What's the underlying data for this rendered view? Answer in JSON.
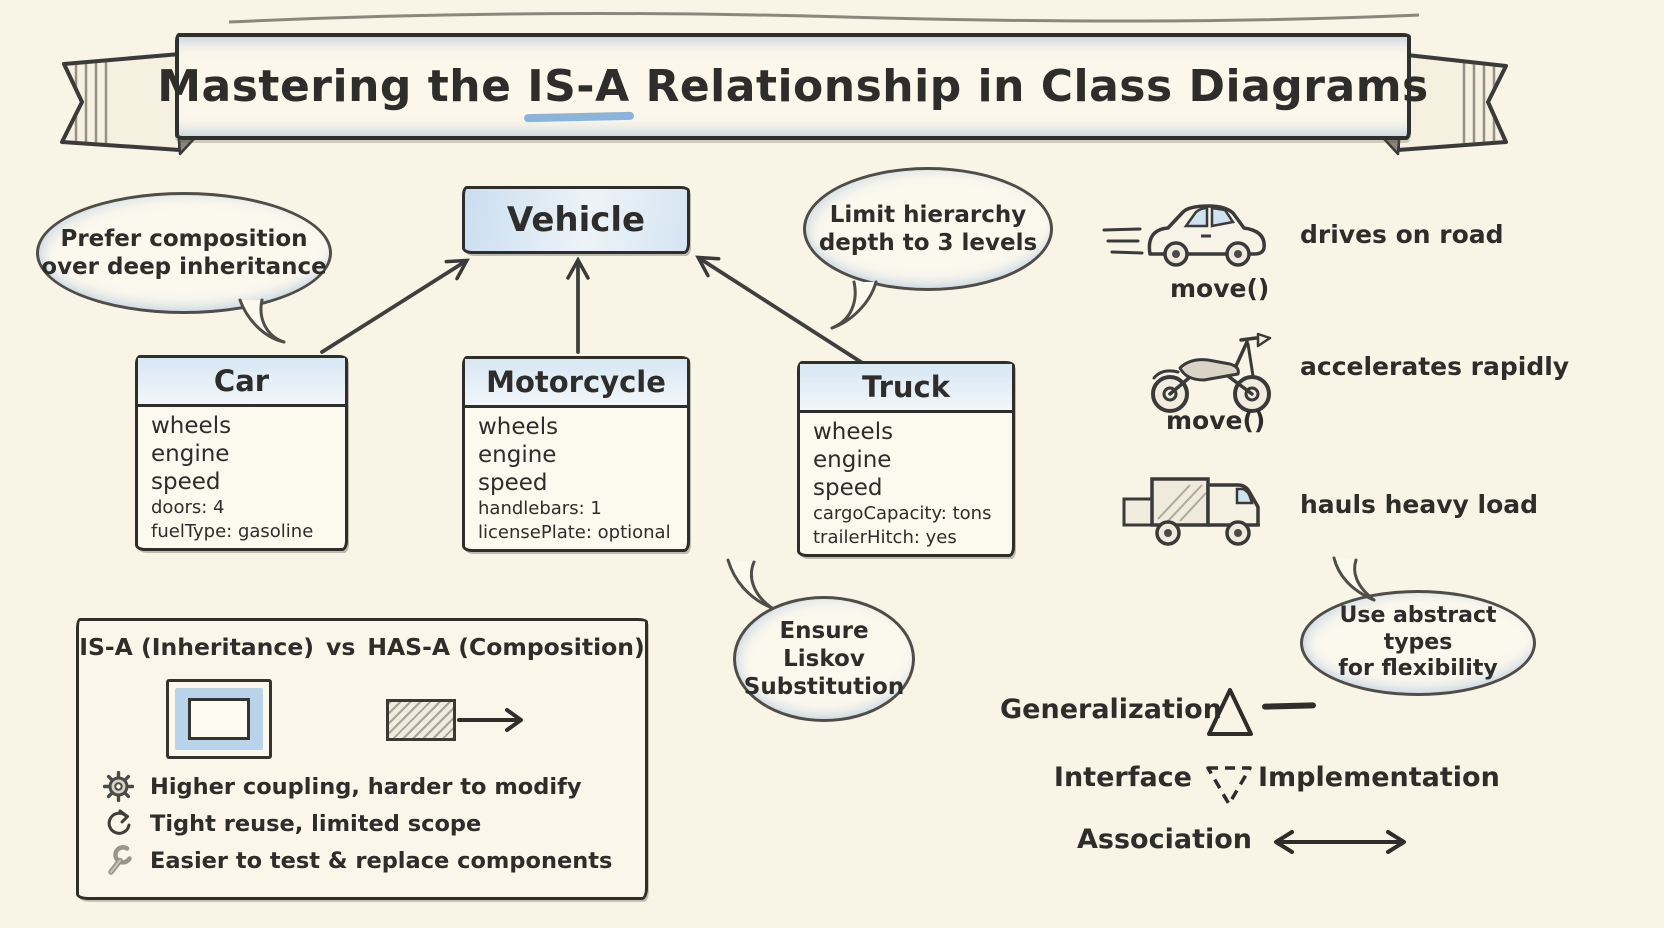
{
  "palette": {
    "background": "#f8f4e6",
    "ink": "#2e2d2b",
    "blue_tint": "#b9d4ea",
    "underline_blue": "#79a7d9"
  },
  "banner": {
    "title_pre": "Mastering the ",
    "title_highlight": "IS-A",
    "title_post": " Relationship in Class Diagrams"
  },
  "bubbles": {
    "prefer": {
      "line1": "Prefer composition",
      "line2": "over deep inheritance"
    },
    "limit": {
      "line1": "Limit hierarchy",
      "line2": "depth to 3 levels"
    },
    "liskov": {
      "line1": "Ensure",
      "line2": "Liskov",
      "line3": "Substitution"
    },
    "abstract": {
      "line1": "Use abstract types",
      "line2": "for flexibility"
    }
  },
  "diagram": {
    "parent": {
      "name": "Vehicle"
    },
    "children": [
      {
        "name": "Car",
        "attrs": [
          "wheels",
          "engine",
          "speed"
        ],
        "details": [
          "doors: 4",
          "fuelType: gasoline"
        ]
      },
      {
        "name": "Motorcycle",
        "attrs": [
          "wheels",
          "engine",
          "speed"
        ],
        "details": [
          "handlebars: 1",
          "licensePlate: optional"
        ]
      },
      {
        "name": "Truck",
        "attrs": [
          "wheels",
          "engine",
          "speed"
        ],
        "details": [
          "cargoCapacity: tons",
          "trailerHitch: yes"
        ]
      }
    ]
  },
  "examples": [
    {
      "icon": "car-icon",
      "behavior": "drives on road",
      "method": "move()"
    },
    {
      "icon": "motorcycle-icon",
      "behavior": "accelerates rapidly",
      "method": "move()"
    },
    {
      "icon": "truck-icon",
      "behavior": "hauls heavy load"
    }
  ],
  "comparison": {
    "title_left": "IS-A (Inheritance)",
    "title_vs": "vs",
    "title_right": "HAS-A (Composition)",
    "bullets": [
      {
        "icon": "gear-icon",
        "text": "Higher coupling, harder to modify"
      },
      {
        "icon": "refresh-icon",
        "text": "Tight reuse, limited scope"
      },
      {
        "icon": "wrench-icon",
        "text": "Easier to test & replace components"
      }
    ]
  },
  "legend": {
    "generalization": "Generalization",
    "interface": "Interface",
    "implementation": "Implementation",
    "association": "Association"
  }
}
